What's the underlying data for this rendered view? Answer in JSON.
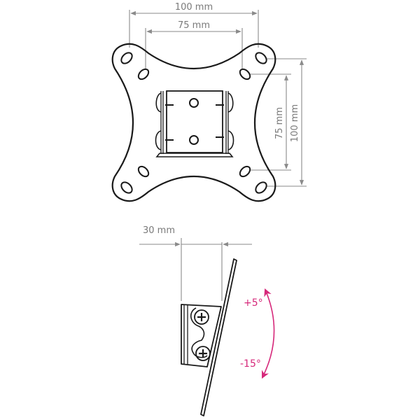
{
  "front_view": {
    "dimensions": {
      "horizontal_outer": "100 mm",
      "horizontal_inner": "75 mm",
      "vertical_inner": "75 mm",
      "vertical_outer": "100 mm"
    }
  },
  "side_view": {
    "depth": "30 mm",
    "tilt_up": "+5°",
    "tilt_down": "-15°"
  },
  "colors": {
    "outline": "#1a1a1a",
    "dimension": "#8a8a8a",
    "tilt_accent": "#d6287a"
  }
}
